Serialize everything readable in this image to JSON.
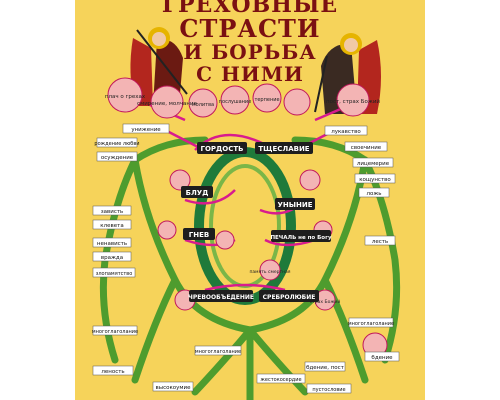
{
  "title": {
    "line1": "ГРЕХОВНЫЕ",
    "line2": "СТРАСТИ",
    "line3": "И БОРЬБА",
    "line4": "С НИМИ"
  },
  "passions": {
    "pride": "ГОРДОСТЬ",
    "vainglory": "ТЩЕСЛАВИЕ",
    "fornication": "БЛУД",
    "despondency": "УНЫНИЕ",
    "anger": "ГНЕВ",
    "sorrow": "ПЕЧАЛЬ не по Богу",
    "gluttony": "ЧРЕВООБЪЕДЕНИЕ",
    "avarice": "СРЕБРОЛЮБИЕ"
  },
  "left_labels": [
    "унижение",
    "рождение любви",
    "осуждение",
    "зависть",
    "клевета",
    "ненависть",
    "вражда",
    "злопамятство",
    "многоглаголание",
    "леность"
  ],
  "right_labels": [
    "лукавство",
    "своечиние",
    "лицемерие",
    "кощунство",
    "ложь",
    "лесть",
    "многоглаголание",
    "бдение"
  ],
  "bubbles": [
    "плач о грехах",
    "смирение, молчание",
    "пост, страх Божий",
    "послушание",
    "терпение",
    "молитва",
    "память смертная",
    "страх Божий"
  ],
  "bottom_labels": [
    "высокоумие",
    "многоглаголание",
    "бдение, пост",
    "жестокосердие",
    "пустословие"
  ],
  "colors": {
    "background": "#f6d35a",
    "title": "#7a1012",
    "box": "#1e1e1e",
    "bubble": "#f3b4b4",
    "arrow": "#d81b8e",
    "tree": "#4e9c2e",
    "ring": "#1f7a3a"
  }
}
